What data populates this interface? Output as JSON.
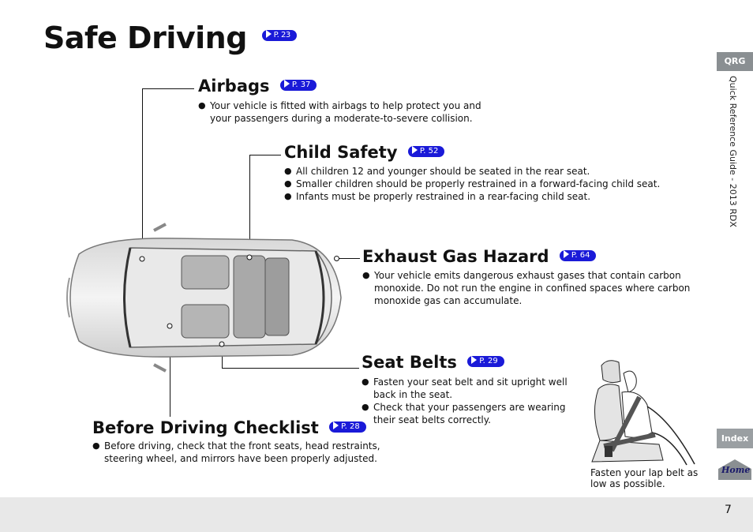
{
  "title": {
    "text": "Safe Driving",
    "ref": "P. 23"
  },
  "airbags": {
    "heading": "Airbags",
    "ref": "P. 37",
    "bullets": [
      "Your vehicle is fitted with airbags to help protect you and your passengers during a moderate-to-severe collision."
    ]
  },
  "child_safety": {
    "heading": "Child Safety",
    "ref": "P. 52",
    "bullets": [
      "All children 12 and younger should be seated in the rear seat.",
      "Smaller children should be properly restrained in a forward-facing child seat.",
      "Infants must be properly restrained in a rear-facing child seat."
    ]
  },
  "exhaust": {
    "heading": "Exhaust Gas Hazard",
    "ref": "P. 64",
    "bullets": [
      "Your vehicle emits dangerous exhaust gases that contain carbon monoxide. Do not run the engine in confined spaces where carbon monoxide gas can accumulate."
    ]
  },
  "seat_belts": {
    "heading": "Seat Belts",
    "ref": "P. 29",
    "bullets": [
      "Fasten your seat belt and sit upright well back in the seat.",
      "Check that your passengers are wearing their seat belts correctly."
    ]
  },
  "checklist": {
    "heading": "Before Driving Checklist",
    "ref": "P. 28",
    "bullets": [
      "Before driving, check that the front seats, head restraints, steering wheel, and mirrors have been properly adjusted."
    ]
  },
  "caption": "Fasten your lap belt as low as possible.",
  "sidebar": {
    "qrg": "QRG",
    "guide_title": "Quick Reference Guide - 2013 RDX",
    "index": "Index",
    "home": "Home"
  },
  "page_number": "7"
}
